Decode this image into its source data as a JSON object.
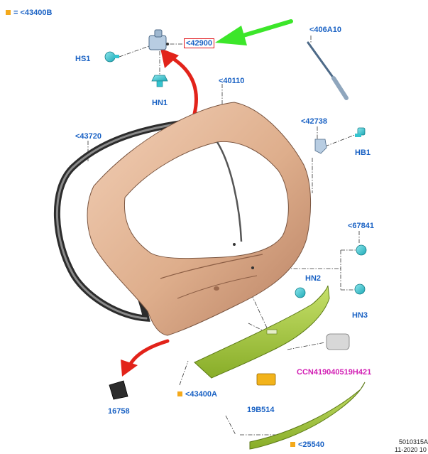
{
  "legend": {
    "text": "= <43400B"
  },
  "callouts": {
    "c42900": "<42900",
    "hs1": "HS1",
    "hn1": "HN1",
    "c406a10": "<406A10",
    "c40110": "<40110",
    "c43720": "<43720",
    "c42738": "<42738",
    "hb1": "HB1",
    "c67841": "<67841",
    "hn2": "HN2",
    "hn3": "HN3",
    "ccn": "CCN419040519H421",
    "c43400a": "<43400A",
    "c16758": "16758",
    "c19b514": "19B514",
    "c25540": "<25540"
  },
  "footer": {
    "ref": "5010315A",
    "date": "11-2020 10"
  },
  "colors": {
    "label_blue": "#1a62c4",
    "highlight_red": "#e0141a",
    "arrow_red": "#e2231a",
    "arrow_green": "#3ce62a",
    "legend_orange": "#f4a91b",
    "panel_body": "#deae8c",
    "trim_green": "#a3c83c",
    "fastener_cyan": "#35c4cf",
    "ccn_magenta": "#d21fb4"
  },
  "icons": [
    "curved-red-arrow-icon",
    "green-arrow-icon",
    "orange-square-icon"
  ]
}
